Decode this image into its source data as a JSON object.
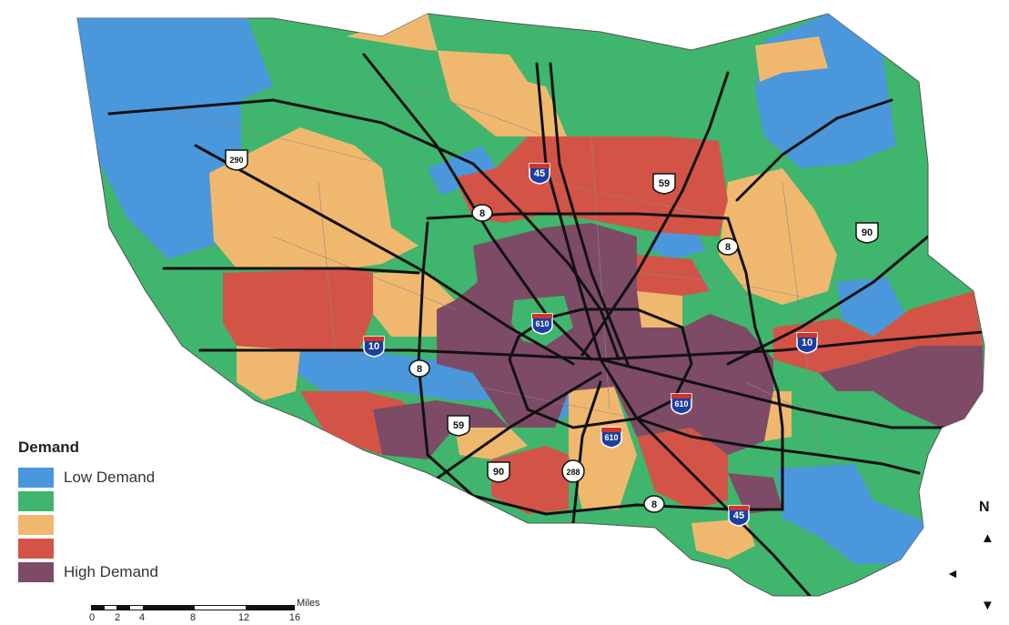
{
  "legend": {
    "title": "Demand",
    "items": [
      {
        "label": "Low Demand",
        "color": "#4a97db"
      },
      {
        "label": "",
        "color": "#3fb56d"
      },
      {
        "label": "",
        "color": "#f0b86e"
      },
      {
        "label": "",
        "color": "#d35446"
      },
      {
        "label": "High Demand",
        "color": "#7d4b66"
      }
    ]
  },
  "scalebar": {
    "unit": "Miles",
    "ticks": [
      "0",
      "2",
      "4",
      "8",
      "12",
      "16"
    ]
  },
  "compass": {
    "north": "N",
    "up": "▲",
    "left": "◄",
    "down": "▼"
  },
  "highway_shields": [
    {
      "label": "290",
      "type": "us"
    },
    {
      "label": "45",
      "type": "interstate"
    },
    {
      "label": "59",
      "type": "us"
    },
    {
      "label": "8",
      "type": "beltway"
    },
    {
      "label": "8",
      "type": "beltway"
    },
    {
      "label": "90",
      "type": "us"
    },
    {
      "label": "610",
      "type": "interstate"
    },
    {
      "label": "10",
      "type": "interstate"
    },
    {
      "label": "8",
      "type": "beltway"
    },
    {
      "label": "10",
      "type": "interstate"
    },
    {
      "label": "610",
      "type": "interstate"
    },
    {
      "label": "59",
      "type": "us"
    },
    {
      "label": "610",
      "type": "interstate"
    },
    {
      "label": "288",
      "type": "state"
    },
    {
      "label": "90",
      "type": "us"
    },
    {
      "label": "8",
      "type": "beltway"
    },
    {
      "label": "45",
      "type": "interstate"
    }
  ]
}
